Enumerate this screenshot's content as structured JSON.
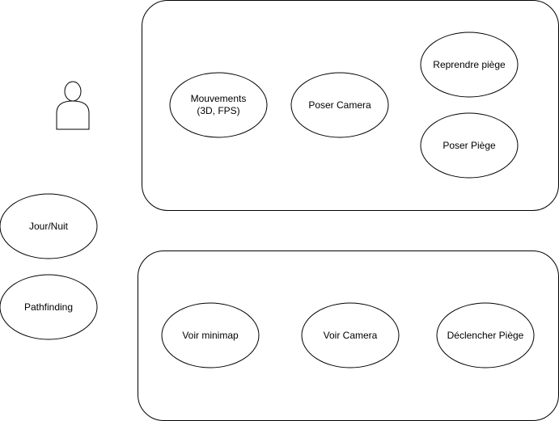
{
  "diagram": {
    "actor": {
      "icon": "actor-icon"
    },
    "groups": [
      {
        "id": "top",
        "use_cases": [
          {
            "id": "mouvements",
            "lines": [
              "Mouvements",
              "(3D, FPS)"
            ]
          },
          {
            "id": "poser-camera",
            "lines": [
              "Poser Camera"
            ]
          },
          {
            "id": "reprendre-piege",
            "lines": [
              "Reprendre piège"
            ]
          },
          {
            "id": "poser-piege",
            "lines": [
              "Poser Piège"
            ]
          }
        ]
      },
      {
        "id": "bottom",
        "use_cases": [
          {
            "id": "voir-minimap",
            "lines": [
              "Voir minimap"
            ]
          },
          {
            "id": "voir-camera",
            "lines": [
              "Voir Camera"
            ]
          },
          {
            "id": "declencher-piege",
            "lines": [
              "Déclencher Piège"
            ]
          }
        ]
      }
    ],
    "standalone": [
      {
        "id": "jour-nuit",
        "lines": [
          "Jour/Nuit"
        ]
      },
      {
        "id": "pathfinding",
        "lines": [
          "Pathfinding"
        ]
      }
    ]
  }
}
